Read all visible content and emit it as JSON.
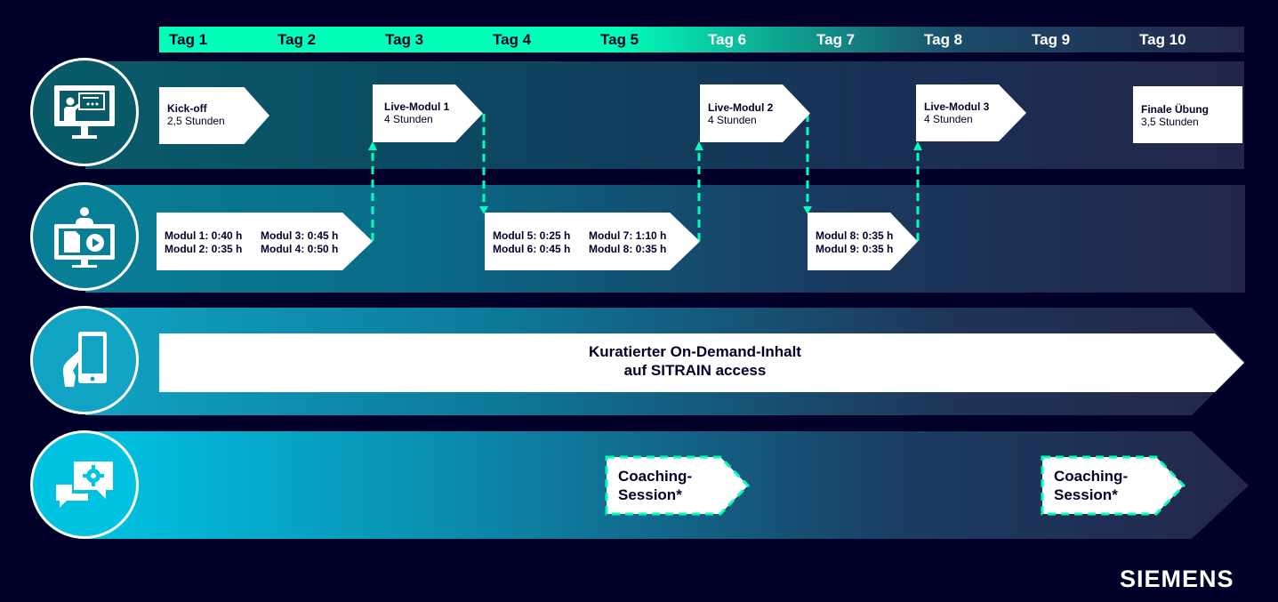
{
  "colors": {
    "background": "#000028",
    "accent_green": "#00ffb9",
    "teal": "#0b6f80",
    "cyan": "#00b4d8",
    "icon_lane1": "#0a5b6a",
    "icon_lane2": "#087f96",
    "icon_lane3": "#10a3c3",
    "icon_lane4": "#00c3e2",
    "card": "#ffffff",
    "text_dark": "#000028"
  },
  "days": [
    "Tag 1",
    "Tag 2",
    "Tag 3",
    "Tag 4",
    "Tag 5",
    "Tag 6",
    "Tag 7",
    "Tag 8",
    "Tag 9",
    "Tag 10"
  ],
  "lanes": [
    {
      "icon": "presentation-monitor-icon"
    },
    {
      "icon": "elearning-monitor-icon"
    },
    {
      "icon": "hand-smartphone-icon"
    },
    {
      "icon": "chat-gear-icon"
    }
  ],
  "live": [
    {
      "title": "Kick-off",
      "sub": "2,5 Stunden"
    },
    {
      "title": "Live-Modul 1",
      "sub": "4 Stunden"
    },
    {
      "title": "Live-Modul 2",
      "sub": "4 Stunden"
    },
    {
      "title": "Live-Modul 3",
      "sub": "4 Stunden"
    },
    {
      "title": "Finale Übung",
      "sub": "3,5 Stunden"
    }
  ],
  "selfpaced": [
    {
      "items": [
        "Modul 1: 0:40 h",
        "Modul 3: 0:45 h",
        "Modul 2: 0:35 h",
        "Modul 4: 0:50 h"
      ]
    },
    {
      "items": [
        "Modul 5: 0:25 h",
        "Modul 7: 1:10 h",
        "Modul 6: 0:45 h",
        "Modul 8: 0:35 h"
      ]
    },
    {
      "items": [
        "Modul 8: 0:35 h",
        "Modul 9: 0:35 h"
      ]
    }
  ],
  "ondemand": {
    "line1": "Kuratierter On-Demand-Inhalt",
    "line2": "auf SITRAIN access"
  },
  "coaching": [
    {
      "line1": "Coaching-",
      "line2": "Session*"
    },
    {
      "line1": "Coaching-",
      "line2": "Session*"
    }
  ],
  "brand": "SIEMENS"
}
